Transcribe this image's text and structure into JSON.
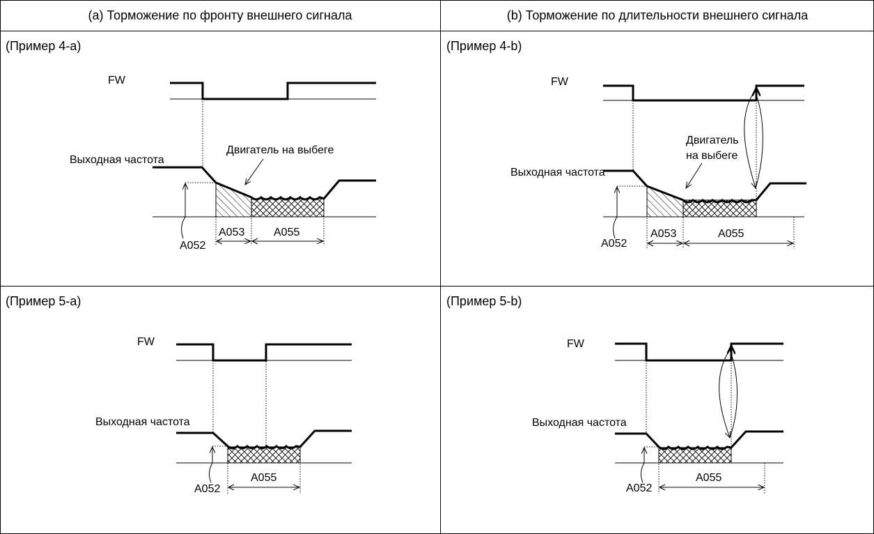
{
  "columns": {
    "a_header": "(a) Торможение по фронту внешнего сигнала",
    "b_header": "(b) Торможение по длительности внешнего сигнала"
  },
  "cells": {
    "ex4a": {
      "title": "(Пример 4-a)",
      "fw": "FW",
      "out_freq": "Выходная частота",
      "coasting": "Двигатель на выбеге",
      "a052": "A052",
      "a053": "A053",
      "a055": "A055"
    },
    "ex4b": {
      "title": "(Пример 4-b)",
      "fw": "FW",
      "out_freq": "Выходная частота",
      "coasting_line1": "Двигатель",
      "coasting_line2": "на выбеге",
      "a052": "A052",
      "a053": "A053",
      "a055": "A055"
    },
    "ex5a": {
      "title": "(Пример 5-a)",
      "fw": "FW",
      "out_freq": "Выходная частота",
      "a052": "A052",
      "a055": "A055"
    },
    "ex5b": {
      "title": "(Пример 5-b)",
      "fw": "FW",
      "out_freq": "Выходная частота",
      "a052": "A052",
      "a055": "A055"
    }
  }
}
